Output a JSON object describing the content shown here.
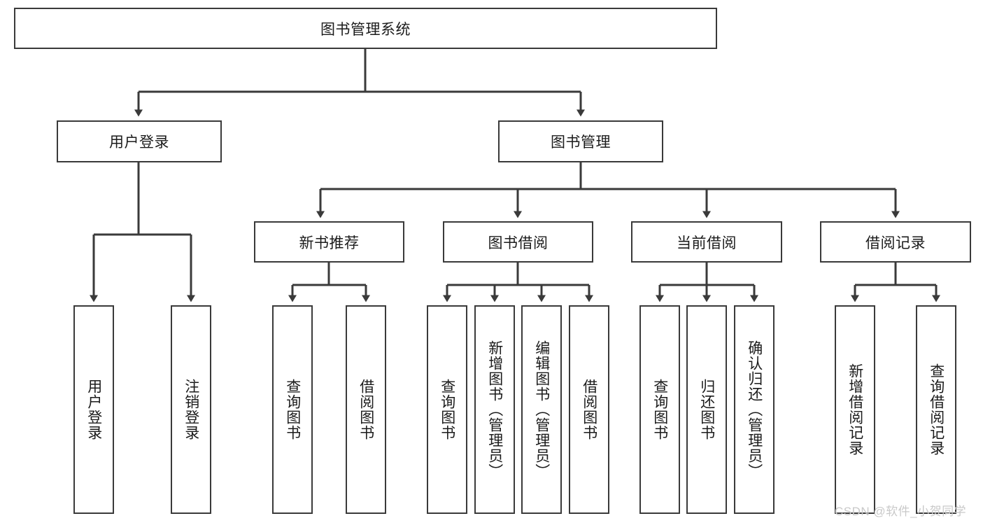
{
  "diagram": {
    "title": "图书管理系统",
    "type": "hierarchy-tree",
    "root": {
      "label": "图书管理系统",
      "name": "node-system-root"
    },
    "level2": [
      {
        "label": "用户登录",
        "name": "node-user-login"
      },
      {
        "label": "图书管理",
        "name": "node-book-management"
      }
    ],
    "level3": [
      {
        "label": "新书推荐",
        "name": "node-new-book-recommend"
      },
      {
        "label": "图书借阅",
        "name": "node-book-borrow"
      },
      {
        "label": "当前借阅",
        "name": "node-current-borrow"
      },
      {
        "label": "借阅记录",
        "name": "node-borrow-record"
      }
    ],
    "leaves": {
      "user_login": [
        {
          "label": "用户登录",
          "name": "leaf-user-login"
        },
        {
          "label": "注销登录",
          "name": "leaf-logout"
        }
      ],
      "new_book_recommend": [
        {
          "label": "查询图书",
          "name": "leaf-query-book-1"
        },
        {
          "label": "借阅图书",
          "name": "leaf-borrow-book-1"
        }
      ],
      "book_borrow": [
        {
          "label": "查询图书",
          "name": "leaf-query-book-2"
        },
        {
          "label": "新增图书（管理员）",
          "name": "leaf-add-book-admin"
        },
        {
          "label": "编辑图书（管理员）",
          "name": "leaf-edit-book-admin"
        },
        {
          "label": "借阅图书",
          "name": "leaf-borrow-book-2"
        }
      ],
      "current_borrow": [
        {
          "label": "查询图书",
          "name": "leaf-query-book-3"
        },
        {
          "label": "归还图书",
          "name": "leaf-return-book"
        },
        {
          "label": "确认归还（管理员）",
          "name": "leaf-confirm-return-admin"
        }
      ],
      "borrow_record": [
        {
          "label": "新增借阅记录",
          "name": "leaf-add-borrow-record"
        },
        {
          "label": "查询借阅记录",
          "name": "leaf-query-borrow-record"
        }
      ]
    }
  },
  "watermark": {
    "text": "CSDN @软件_小贺同学"
  },
  "colors": {
    "stroke": "#3a3a3a",
    "text": "#1b1b1b",
    "background": "#ffffff",
    "watermark": "#c9c9c9"
  }
}
